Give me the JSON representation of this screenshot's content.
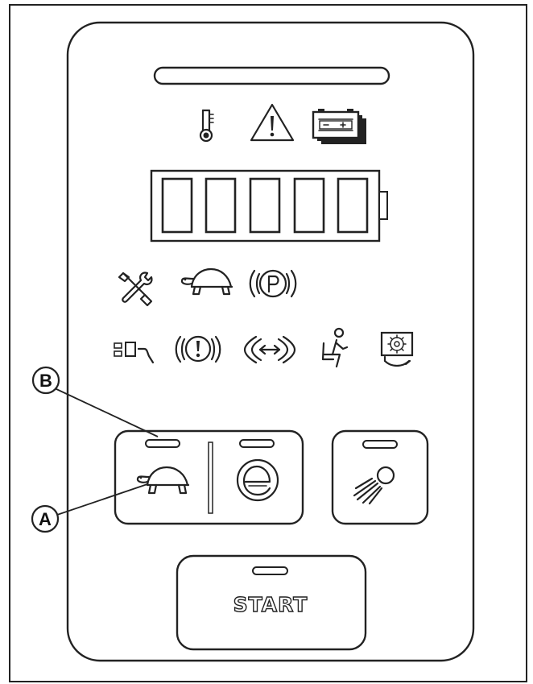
{
  "panel": {
    "icons": {
      "top_row": [
        "thermometer-icon",
        "warning-triangle-icon",
        "battery-pack-icon"
      ],
      "middle_row": [
        "wrench-screwdriver-icon",
        "turtle-icon",
        "parking-brake-icon"
      ],
      "bottom_row": [
        "pedal-sequence-icon",
        "brake-warning-icon",
        "steering-icon",
        "operator-seat-icon",
        "service-gear-icon"
      ]
    },
    "battery_gauge": {
      "segments": 5
    }
  },
  "buttons": {
    "turtle_mode": {
      "icon": "turtle-icon"
    },
    "eco_mode": {
      "icon": "e-eco-icon"
    },
    "headlight": {
      "icon": "headlight-icon"
    },
    "start": {
      "label": "START"
    }
  },
  "callouts": [
    {
      "id": "B",
      "label": "B"
    },
    {
      "id": "A",
      "label": "A"
    }
  ]
}
